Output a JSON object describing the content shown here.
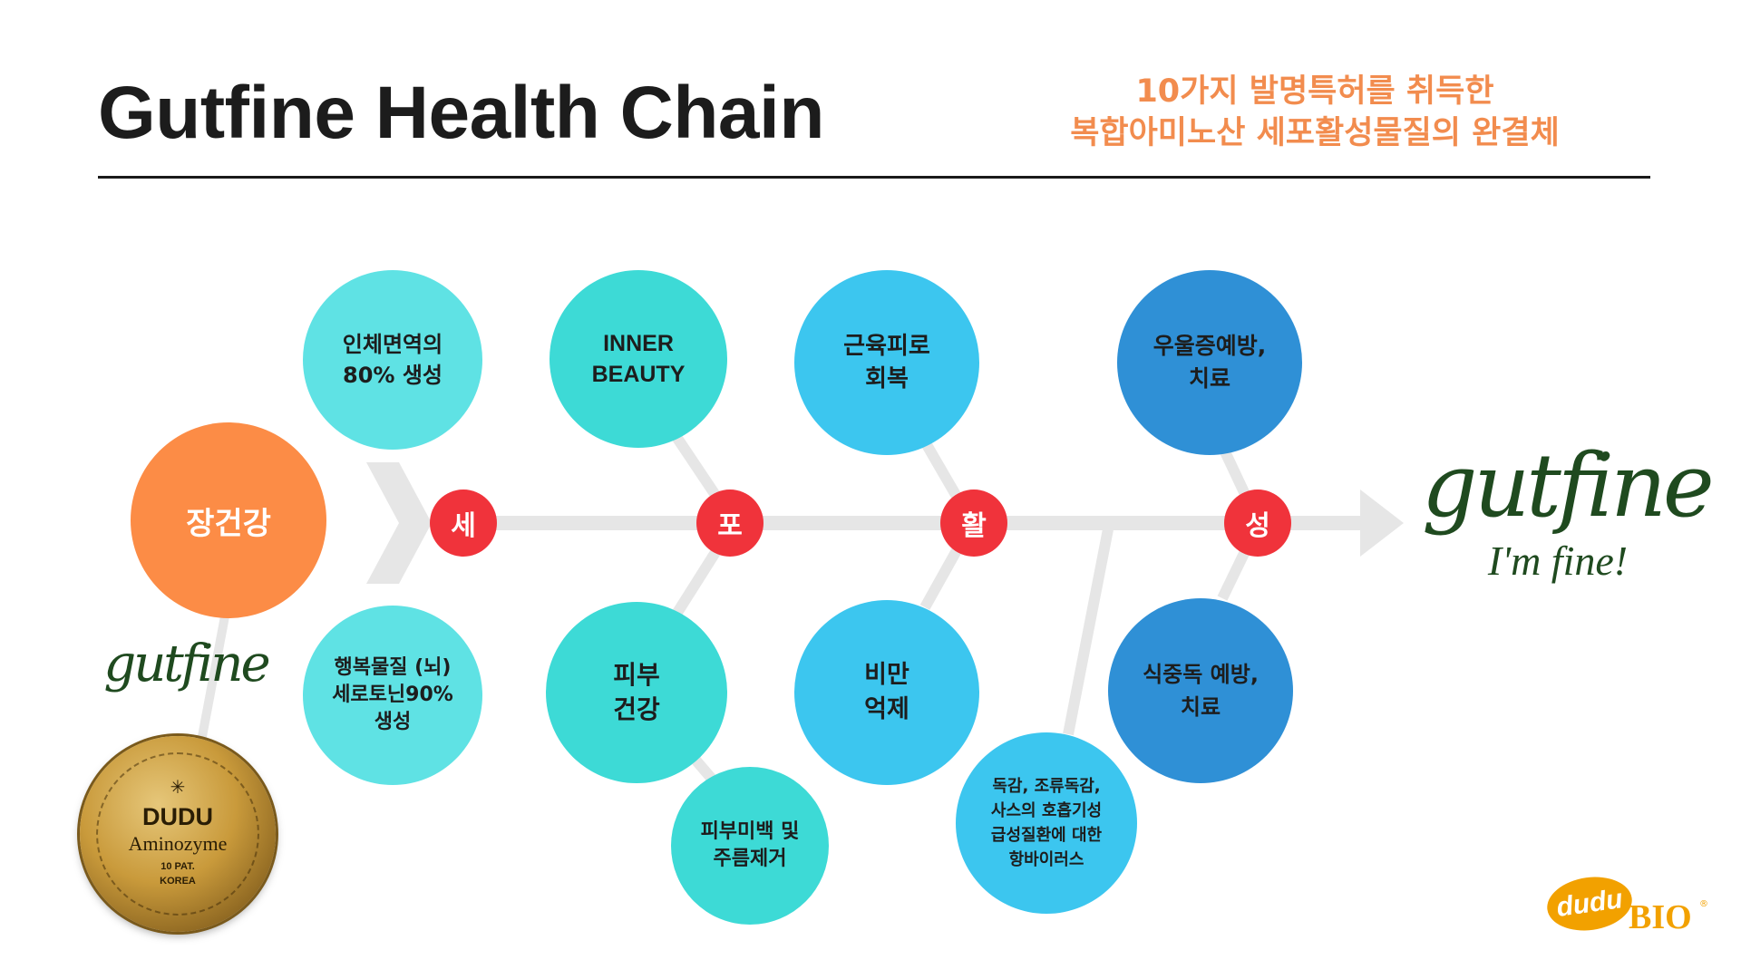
{
  "header": {
    "title": "Gutfine Health Chain",
    "tagline_line1": "10가지 발명특허를 취득한",
    "tagline_line2": "복합아미노산 세포활성물질의 완결체"
  },
  "start_node": {
    "label": "장건강"
  },
  "spine_nodes": [
    {
      "label": "세"
    },
    {
      "label": "포"
    },
    {
      "label": "활"
    },
    {
      "label": "성"
    }
  ],
  "benefits_top": [
    {
      "label": "인체면역의\n80% 생성"
    },
    {
      "label": "INNER\nBEAUTY"
    },
    {
      "label": "근육피로\n회복"
    },
    {
      "label": "우울증예방,\n치료"
    }
  ],
  "benefits_bottom": [
    {
      "label": "행복물질 (뇌)\n세로토닌90%\n생성"
    },
    {
      "label": "피부\n건강"
    },
    {
      "label": "비만\n억제"
    },
    {
      "label": "식중독 예방,\n치료"
    }
  ],
  "benefits_sub": [
    {
      "label": "피부미백 및\n주름제거"
    },
    {
      "label": "독감, 조류독감,\n사스의 호흡기성\n급성질환에 대한\n항바이러스"
    }
  ],
  "brand": {
    "wordmark": "gutfine",
    "slogan": "I'm fine!"
  },
  "seal": {
    "line1": "DUDU",
    "line2": "Aminozyme",
    "line3": "10 PAT.",
    "line4": "KOREA"
  },
  "company_logo": {
    "mark": "dudu",
    "text": "BIO",
    "reg": "®"
  },
  "colors": {
    "title": "#1c1c1c",
    "tagline": "#f28c4e",
    "start": "#fc8c46",
    "node": "#f0333b",
    "teal_light": "#5fe2e4",
    "teal": "#3ddad6",
    "sky": "#3cc6ef",
    "blue": "#2f90d6",
    "brand_green": "#1f4a1f",
    "logo_orange": "#f2a100",
    "connector": "#e6e6e6"
  }
}
